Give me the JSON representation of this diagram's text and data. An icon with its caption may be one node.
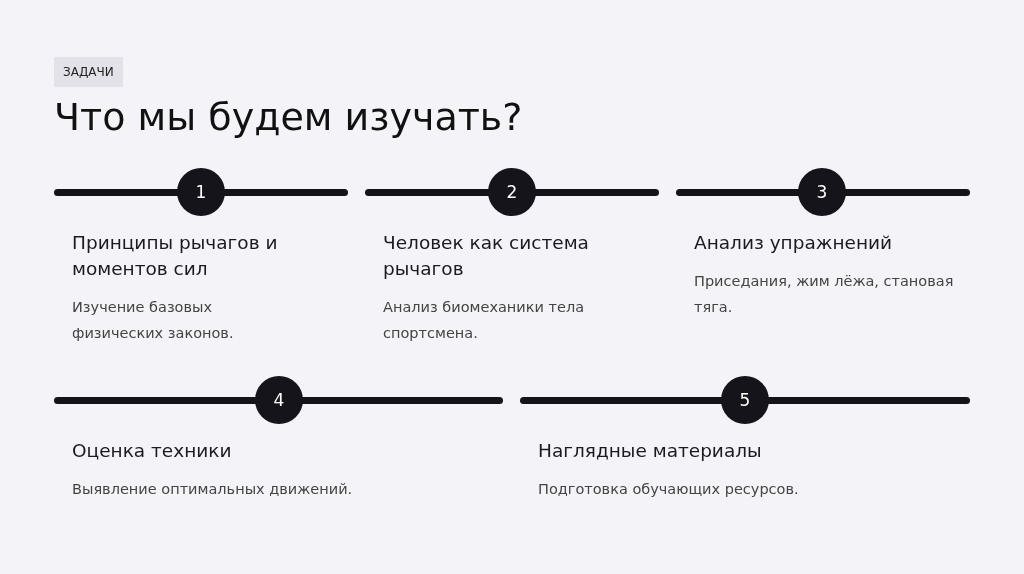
{
  "diagram": {
    "title": "Что мы будем изучать?",
    "nodes": [
      {
        "text": [
          "1"
        ],
        "beside": [
          "Принципы рычагов и моментов сил",
          "Изучение базовых физических законов."
        ]
      },
      {
        "text": [
          "2"
        ],
        "beside": [
          "Человек как система рычагов",
          "Анализ биомеханики тела спортсмена."
        ]
      },
      {
        "text": [
          "3"
        ],
        "beside": [
          "Анализ упражнений",
          "Приседания, жим лёжа, становая тяга."
        ]
      },
      {
        "text": [
          "4"
        ],
        "beside": [
          "Оценка техники",
          "Выявление оптимальных движений."
        ]
      },
      {
        "text": [
          "5"
        ],
        "beside": [
          "Наглядные материалы",
          "Подготовка обучающих ресурсов."
        ]
      }
    ],
    "labels": [
      "ЗАДАЧИ"
    ]
  }
}
